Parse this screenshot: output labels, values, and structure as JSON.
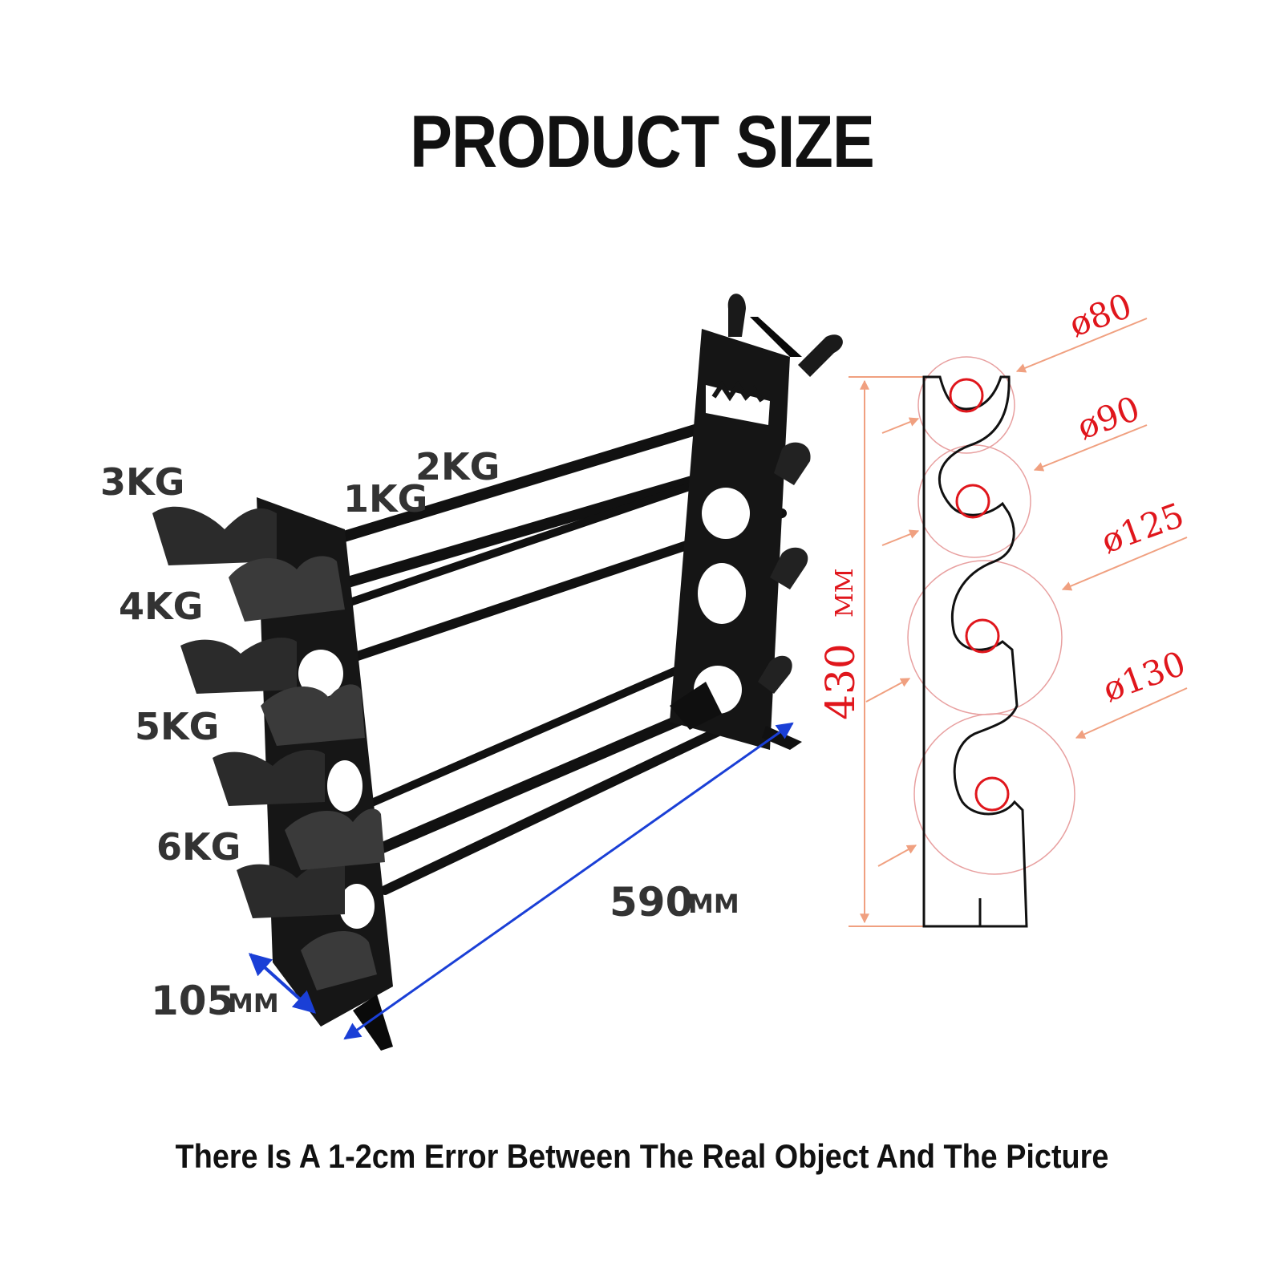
{
  "title": "PRODUCT SIZE",
  "footnote": "There Is A 1-2cm Error Between The Real Object And The Picture",
  "weights": [
    "3KG",
    "4KG",
    "5KG",
    "6KG",
    "1KG",
    "2KG"
  ],
  "dimensions": {
    "length_value": "590",
    "length_unit": "MM",
    "depth_value": "105",
    "depth_unit": "MM",
    "height_value": "430",
    "height_unit": "MM"
  },
  "diameters": [
    "ø80",
    "ø90",
    "ø125",
    "ø130"
  ],
  "colors": {
    "rack": "#111111",
    "cradle": "#2a2a2a",
    "length_arrow": "#1a3fd6",
    "profile_annotation": "#f0a080",
    "profile_text": "#e0161c"
  }
}
